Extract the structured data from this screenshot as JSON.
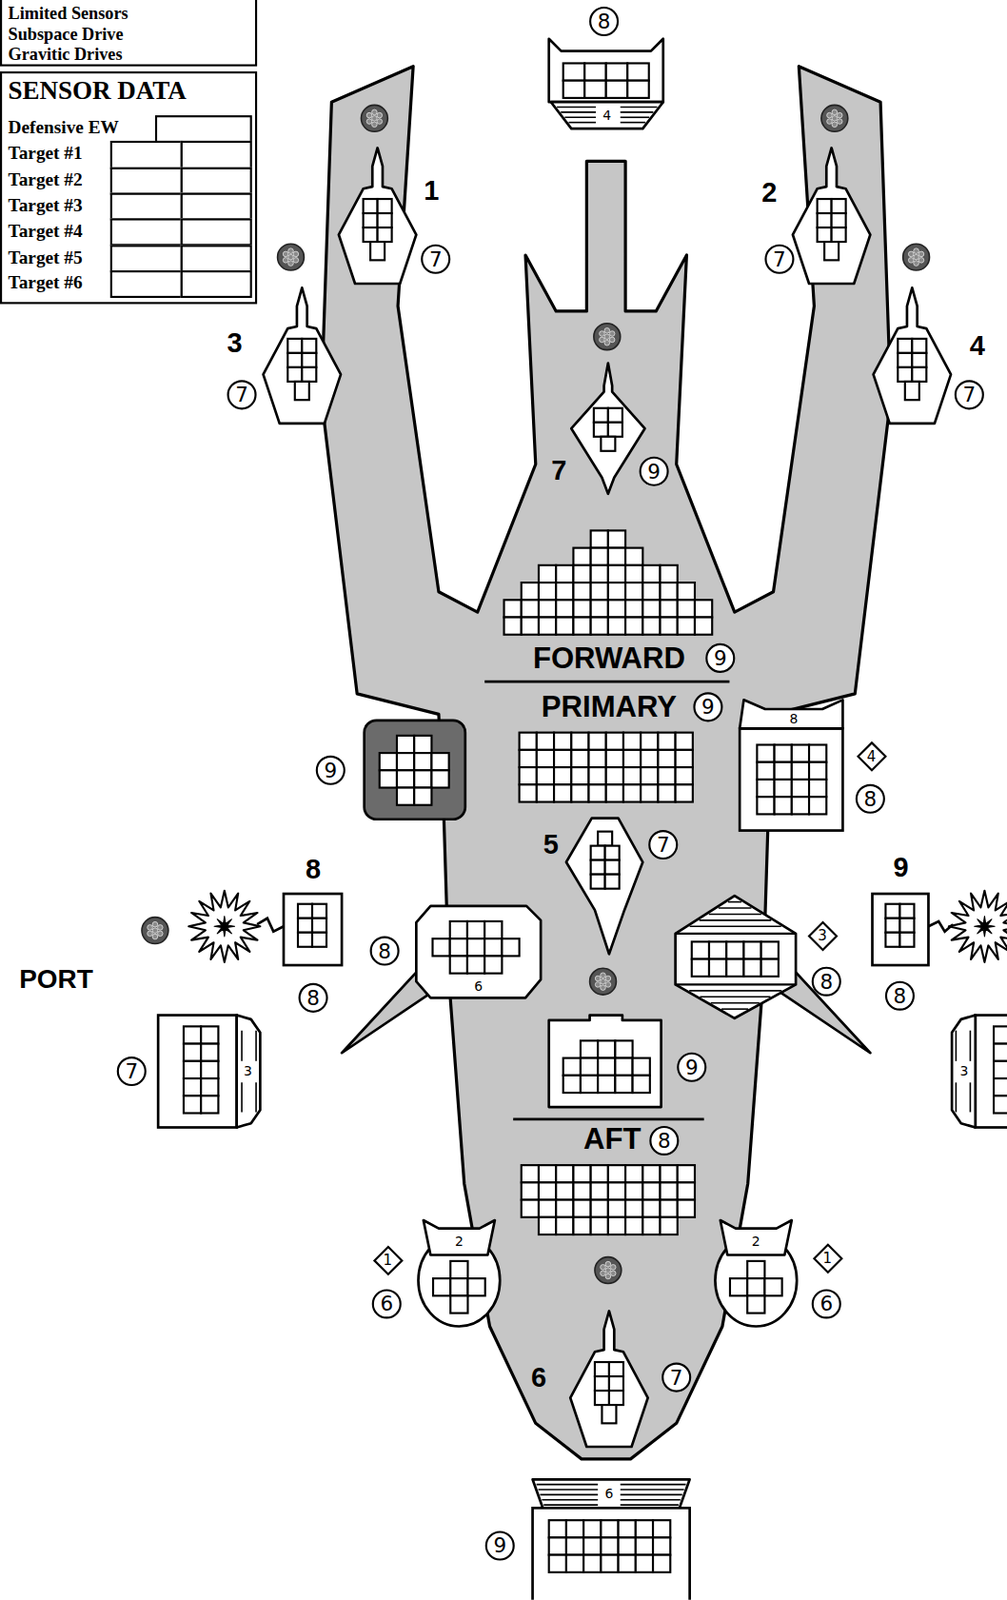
{
  "diagram": {
    "nodes": [
      {
        "text": [
          "Limited Sensors",
          "Subspace Drive",
          "Gravitic Drives"
        ]
      },
      {
        "text": [
          "SENSOR DATA",
          "Defensive EW",
          "Target #1",
          "Target #2",
          "Target #3",
          "Target #4",
          "Target #5",
          "Target #6"
        ]
      },
      {
        "text": [
          "8"
        ]
      },
      {
        "text": [
          "4"
        ]
      },
      {
        "text": [
          "7"
        ]
      },
      {
        "text": [
          "7"
        ]
      },
      {
        "text": [
          "7"
        ]
      },
      {
        "text": [
          "7"
        ]
      },
      {
        "text": [
          "9"
        ]
      },
      {
        "text": [
          "9"
        ]
      },
      {
        "text": [
          "9"
        ]
      },
      {
        "text": [
          "8"
        ]
      },
      {
        "text": [
          "4"
        ]
      },
      {
        "text": [
          "9"
        ]
      },
      {
        "text": [
          "8"
        ]
      },
      {
        "text": [
          "7"
        ]
      },
      {
        "text": [
          "3"
        ]
      },
      {
        "text": [
          "8"
        ]
      },
      {
        "text": [
          "8"
        ]
      },
      {
        "text": [
          "6"
        ]
      },
      {
        "text": [
          "8"
        ]
      },
      {
        "text": [
          "8"
        ]
      },
      {
        "text": [
          "7"
        ]
      },
      {
        "text": [
          "3"
        ]
      },
      {
        "text": [
          "9"
        ]
      },
      {
        "text": [
          "3"
        ]
      },
      {
        "text": [
          "8"
        ]
      },
      {
        "text": [
          "2"
        ]
      },
      {
        "text": [
          "2"
        ]
      },
      {
        "text": [
          "1"
        ]
      },
      {
        "text": [
          "1"
        ]
      },
      {
        "text": [
          "6"
        ]
      },
      {
        "text": [
          "6"
        ]
      },
      {
        "text": [
          "7"
        ]
      },
      {
        "text": [
          "6"
        ]
      },
      {
        "text": [
          "9"
        ]
      }
    ],
    "labels": [
      "1",
      "2",
      "3",
      "4",
      "7",
      "FORWARD",
      "PRIMARY",
      "5",
      "8",
      "9",
      "PORT",
      "AFT",
      "6"
    ]
  }
}
